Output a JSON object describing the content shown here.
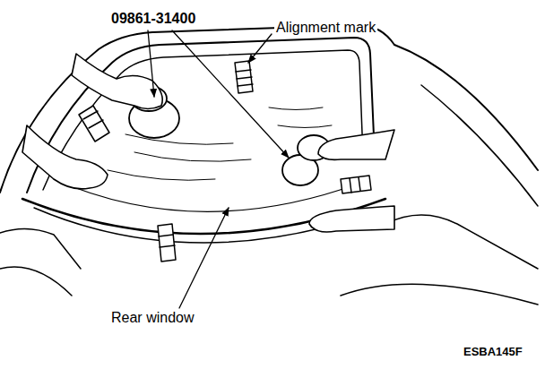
{
  "diagram": {
    "labels": [
      "09861-31400",
      "Alignment mark",
      "Rear window",
      "ESBA145F"
    ]
  }
}
